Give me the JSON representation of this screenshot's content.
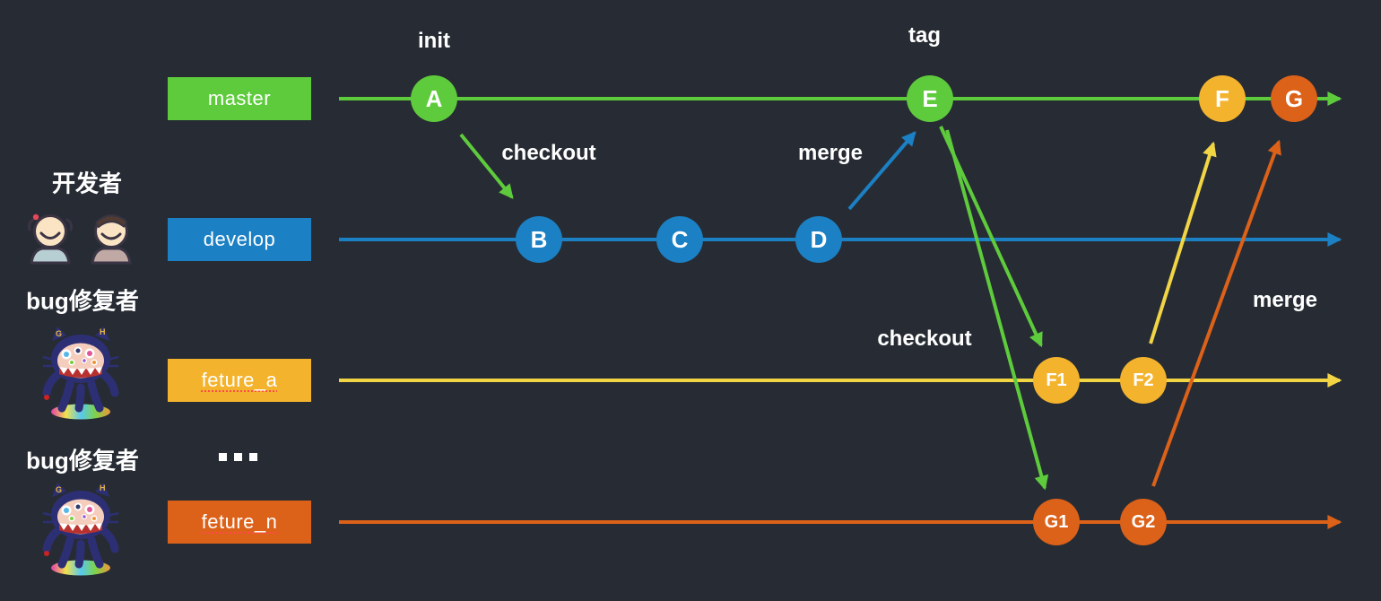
{
  "colors": {
    "background": "#272c34",
    "master_green": "#5ecb3c",
    "develop_blue": "#1b80c4",
    "feature_amber": "#f4b32d",
    "feature_yellow_line": "#f2d545",
    "feature_orange": "#dc6119",
    "text": "#ffffff",
    "spellcheck_red": "#ff4a4a"
  },
  "roles": {
    "developer": {
      "label": "开发者"
    },
    "bugfixer_a": {
      "label": "bug修复者"
    },
    "bugfixer_n": {
      "label": "bug修复者"
    }
  },
  "branches": {
    "master": "master",
    "develop": "develop",
    "feture_a": "feture_a",
    "feture_n": "feture_n"
  },
  "commits": {
    "a": "A",
    "b": "B",
    "c": "C",
    "d": "D",
    "e": "E",
    "f": "F",
    "g": "G",
    "f1": "F1",
    "f2": "F2",
    "g1": "G1",
    "g2": "G2"
  },
  "annotations": {
    "init": "init",
    "tag": "tag",
    "checkout_develop": "checkout",
    "merge_develop": "merge",
    "checkout_features": "checkout",
    "merge_features": "merge",
    "more_branches": "..."
  },
  "avatars": {
    "octocat_ear_left": "G",
    "octocat_ear_right": "H"
  }
}
